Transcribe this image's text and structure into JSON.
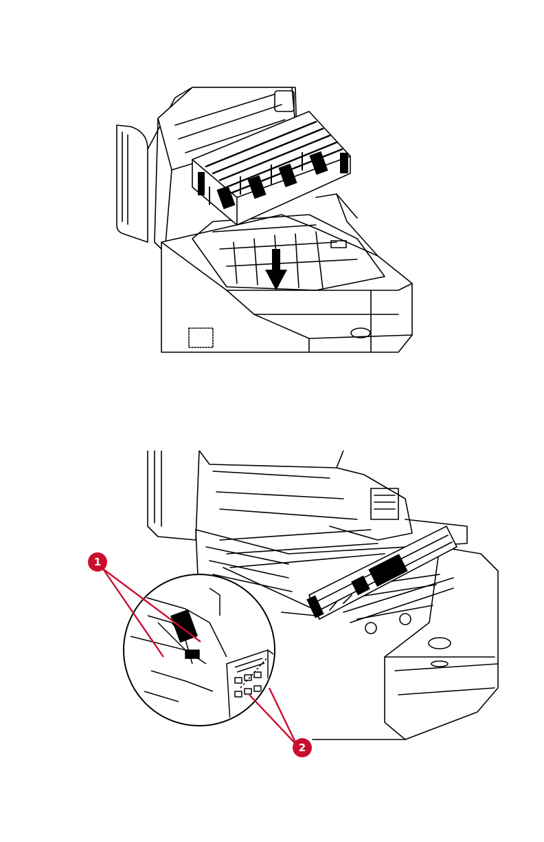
{
  "figures": [
    {
      "name": "image-drum-insertion",
      "callouts": []
    },
    {
      "name": "toner-cartridge-alignment",
      "callouts": [
        {
          "label": "1"
        },
        {
          "label": "2"
        }
      ]
    }
  ],
  "colors": {
    "line": "#000000",
    "callout_fill": "#c8102e",
    "callout_text": "#ffffff"
  }
}
